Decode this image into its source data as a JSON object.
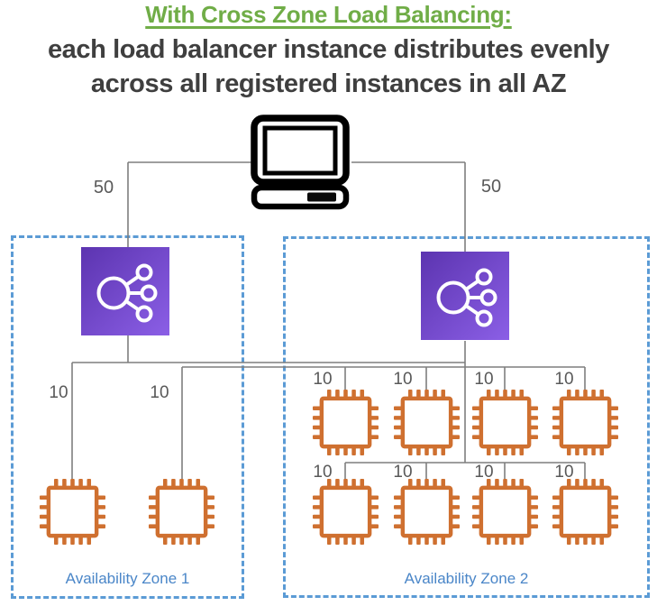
{
  "header": {
    "title": "With Cross Zone Load Balancing:",
    "subtitle_line1": "each load balancer instance distributes evenly",
    "subtitle_line2": "across all registered instances in all AZ"
  },
  "traffic": {
    "left_lb": "50",
    "right_lb": "50",
    "az1_instances": [
      "10",
      "10"
    ],
    "az2_row1_instances": [
      "10",
      "10",
      "10",
      "10"
    ],
    "az2_row2_instances": [
      "10",
      "10",
      "10",
      "10"
    ]
  },
  "zones": {
    "az1": {
      "label": "Availability Zone 1"
    },
    "az2": {
      "label": "Availability Zone 2"
    }
  },
  "icons": {
    "client": "computer-icon",
    "load_balancer": "load-balancer-icon",
    "instance": "ec2-instance-chip-icon"
  },
  "colors": {
    "title_green": "#70AD47",
    "subtitle_gray": "#3F3F3F",
    "connector_gray": "#7F7F7F",
    "traffic_label_gray": "#595959",
    "zone_border_blue": "#5B9BD5",
    "zone_label_blue": "#4A86C8",
    "instance_orange": "#CF7030",
    "lb_gradient_start": "#5C34B0",
    "lb_gradient_end": "#8B5FE6"
  }
}
